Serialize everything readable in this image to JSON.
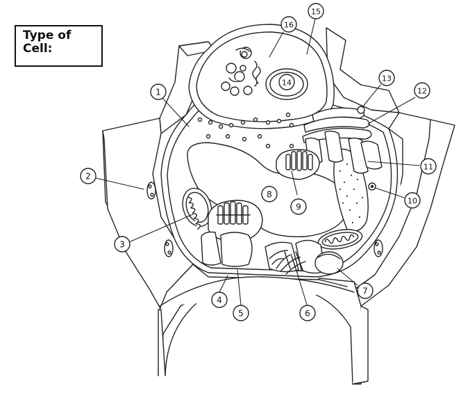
{
  "title": {
    "line1": "Type of",
    "line2": "Cell:"
  },
  "labels": [
    "1",
    "2",
    "3",
    "4",
    "5",
    "6",
    "7",
    "8",
    "9",
    "10",
    "11",
    "12",
    "13",
    "14",
    "15",
    "16"
  ],
  "colors": {
    "stroke": "#222222",
    "fill": "#ffffff",
    "dots": "#333333"
  }
}
